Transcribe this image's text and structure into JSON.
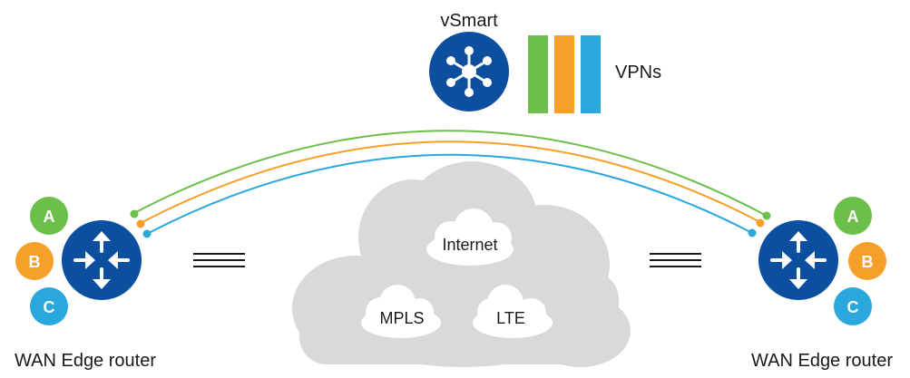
{
  "controller": {
    "label": "vSmart",
    "icon": "hub-icon"
  },
  "vpns": {
    "label": "VPNs",
    "colors": [
      "#6cbf4a",
      "#f6a02a",
      "#2aa7dd"
    ]
  },
  "transports": {
    "internet": "Internet",
    "mpls": "MPLS",
    "lte": "LTE"
  },
  "left_router": {
    "label": "WAN Edge router",
    "icon": "router-arrows-icon",
    "segments": [
      {
        "letter": "A",
        "color": "#6cbf4a"
      },
      {
        "letter": "B",
        "color": "#f6a02a"
      },
      {
        "letter": "C",
        "color": "#2aa7dd"
      }
    ]
  },
  "right_router": {
    "label": "WAN Edge router",
    "icon": "router-arrows-icon",
    "segments": [
      {
        "letter": "A",
        "color": "#6cbf4a"
      },
      {
        "letter": "B",
        "color": "#f6a02a"
      },
      {
        "letter": "C",
        "color": "#2aa7dd"
      }
    ]
  },
  "colors": {
    "router_blue": "#0d4f9f",
    "cloud_outer": "#d9d9d9",
    "cloud_inner": "#ffffff"
  }
}
